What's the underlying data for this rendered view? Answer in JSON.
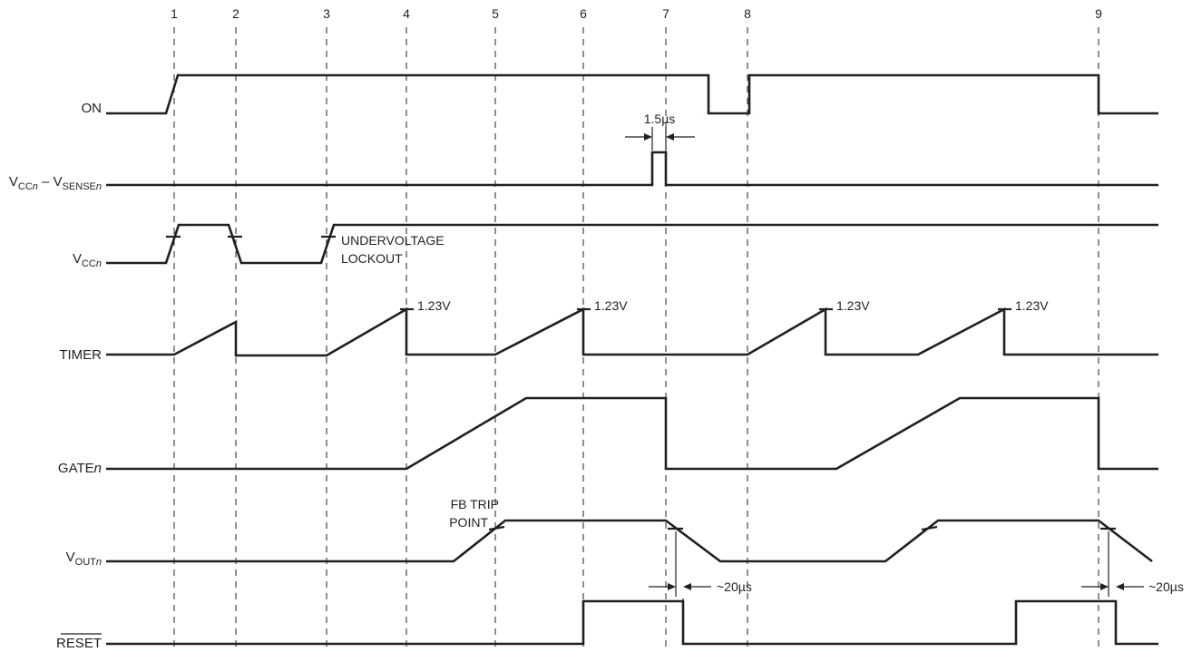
{
  "markers": [
    "1",
    "2",
    "3",
    "4",
    "5",
    "6",
    "7",
    "8",
    "9"
  ],
  "signals": {
    "on": {
      "label": "ON"
    },
    "vcc_sense": {
      "v1": "V",
      "s1": "CC",
      "i1": "n",
      "dash": " – V",
      "s2": "SENSE",
      "i2": "n"
    },
    "vcc": {
      "main": "V",
      "sub": "CC",
      "ital": "n"
    },
    "timer": {
      "label": "TIMER"
    },
    "gate": {
      "main": "GATE",
      "ital": "n"
    },
    "vout": {
      "main": "V",
      "sub": "OUT",
      "ital": "n"
    },
    "reset": {
      "label": "RESET"
    }
  },
  "annotations": {
    "pulse_width": "1.5µs",
    "uv_line1": "UNDERVOLTAGE",
    "uv_line2": "LOCKOUT",
    "threshold": "1.23V",
    "fb_line1": "FB TRIP",
    "fb_line2": "POINT",
    "delay": "~20µs"
  }
}
